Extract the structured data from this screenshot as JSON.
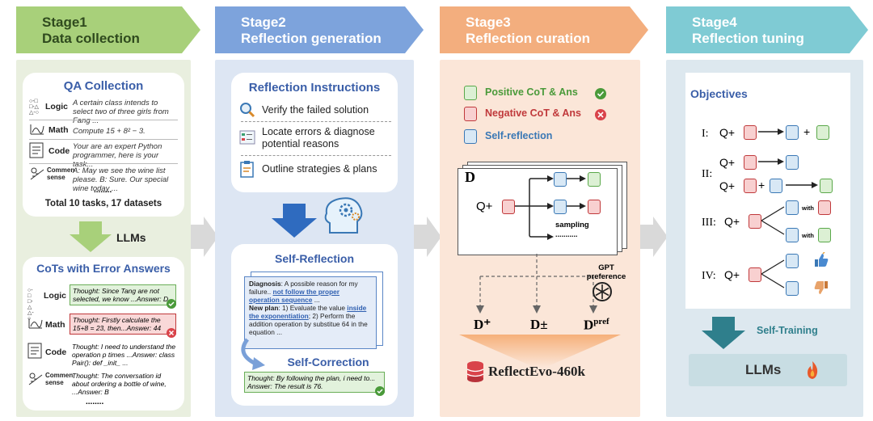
{
  "stages": [
    {
      "title": "Stage1",
      "subtitle": "Data collection",
      "color": "#9cc96b"
    },
    {
      "title": "Stage2",
      "subtitle": "Reflection generation",
      "color": "#6e96d6"
    },
    {
      "title": "Stage3",
      "subtitle": "Reflection curation",
      "color": "#f0a671"
    },
    {
      "title": "Stage4",
      "subtitle": "Reflection tuning",
      "color": "#6fc5cf"
    }
  ],
  "stage1": {
    "qa_title": "QA Collection",
    "qa_items": [
      {
        "label": "Logic",
        "text": "A certain class intends to select two of three girls from Fang ...",
        "icon": "logic-icon"
      },
      {
        "label": "Math",
        "text": "Compute 15 + 8² − 3.",
        "icon": "math-icon"
      },
      {
        "label": "Code",
        "text": "Your are an expert Python programmer, here is your task...",
        "icon": "code-icon"
      },
      {
        "label": "Commen sense",
        "text": "A: May we see the wine list please. B: Sure. Our special wine today ...",
        "icon": "commonsense-icon"
      }
    ],
    "qa_dots": "........",
    "qa_total": "Total 10 tasks, 17 datasets",
    "llms": "LLMs",
    "cot_title": "CoTs with Error Answers",
    "cot_items": [
      {
        "label": "Logic",
        "text": "Thought: Since Tang are not selected, we know ...Answer: D"
      },
      {
        "label": "Math",
        "text": "Thought: Firstly calculate the 15+8 = 23, then...Answer: 44"
      },
      {
        "label": "Code",
        "text": "Thought: I need to understand the operation p times ...Answer: class Pair(): def _init_ ..."
      },
      {
        "label": "Commen sense",
        "text": "Thought: The conversation id about ordering a bottle of wine, ...Answer: B"
      }
    ],
    "cot_dots": "........"
  },
  "stage2": {
    "instr_title": "Reflection Instructions",
    "instructions": [
      "Verify the failed solution",
      "Locate errors & diagnose potential reasons",
      "Outline strategies & plans"
    ],
    "sr_title": "Self-Reflection",
    "diagnosis_label": "Diagnosis",
    "diagnosis_text": ": A possible reason for my failure.. ",
    "diagnosis_link": "not follow the proper operation sequence",
    "diagnosis_end": " ...",
    "plan_label": "New plan",
    "plan_text": ": 1) Evaluate the value ",
    "plan_link": "inside the exponentiation",
    "plan_text2": "; 2) Perform the addition operation by substitue 64 in the equation ...",
    "sc_title": "Self-Correction",
    "sc_text": "Thought: By following the plan, i need to... Answer: The result is 76."
  },
  "stage3": {
    "legend": [
      {
        "text": "Positive  CoT & Ans",
        "color": "#4a9a3a"
      },
      {
        "text": "Negative CoT & Ans",
        "color": "#c0393b"
      },
      {
        "text": "Self-reflection",
        "color": "#3a78b5"
      }
    ],
    "d_label": "D",
    "q_label": "Q+",
    "sampling": "sampling",
    "sampling_dots": "...........",
    "gpt": "GPT preference",
    "d_plus": "D⁺",
    "d_pm": "D±",
    "d_pref": "D",
    "d_pref_sup": "pref",
    "dataset": "ReflectEvo-460k"
  },
  "stage4": {
    "objectives_title": "Objectives",
    "roman": [
      "I:",
      "II:",
      "III:",
      "IV:"
    ],
    "q_label": "Q+",
    "with": "with",
    "self_training": "Self-Training",
    "llms": "LLMs"
  }
}
